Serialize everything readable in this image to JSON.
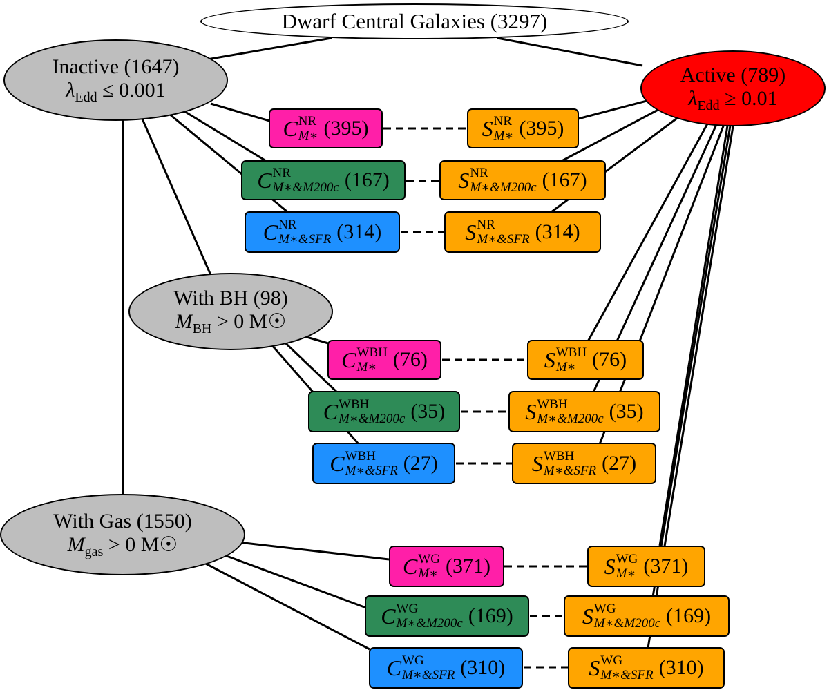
{
  "nodes": {
    "root": {
      "text": "Dwarf Central Galaxies (3297)"
    },
    "inactive": {
      "line1": "Inactive (1647)",
      "sym": "λ",
      "sub": "Edd",
      "rel": "≤ 0.001"
    },
    "active": {
      "line1": "Active (789)",
      "sym": "λ",
      "sub": "Edd",
      "rel": "≥ 0.01"
    },
    "withbh": {
      "line1": "With BH (98)",
      "sym": "M",
      "sub": "BH",
      "rel": "> 0 M☉"
    },
    "withgas": {
      "line1": "With Gas (1550)",
      "sym": "M",
      "sub": "gas",
      "rel": "> 0 M☉"
    }
  },
  "boxes": [
    {
      "id": "c-nr-ms",
      "letter": "C",
      "sup": "NR",
      "sub": "M∗",
      "count": "(395)"
    },
    {
      "id": "s-nr-ms",
      "letter": "S",
      "sup": "NR",
      "sub": "M∗",
      "count": "(395)"
    },
    {
      "id": "c-nr-msm",
      "letter": "C",
      "sup": "NR",
      "sub": "M∗&M200c",
      "count": "(167)"
    },
    {
      "id": "s-nr-msm",
      "letter": "S",
      "sup": "NR",
      "sub": "M∗&M200c",
      "count": "(167)"
    },
    {
      "id": "c-nr-sfr",
      "letter": "C",
      "sup": "NR",
      "sub": "M∗&SFR",
      "count": "(314)"
    },
    {
      "id": "s-nr-sfr",
      "letter": "S",
      "sup": "NR",
      "sub": "M∗&SFR",
      "count": "(314)"
    },
    {
      "id": "c-wbh-ms",
      "letter": "C",
      "sup": "WBH",
      "sub": "M∗",
      "count": "(76)"
    },
    {
      "id": "s-wbh-ms",
      "letter": "S",
      "sup": "WBH",
      "sub": "M∗",
      "count": "(76)"
    },
    {
      "id": "c-wbh-msm",
      "letter": "C",
      "sup": "WBH",
      "sub": "M∗&M200c",
      "count": "(35)"
    },
    {
      "id": "s-wbh-msm",
      "letter": "S",
      "sup": "WBH",
      "sub": "M∗&M200c",
      "count": "(35)"
    },
    {
      "id": "c-wbh-sfr",
      "letter": "C",
      "sup": "WBH",
      "sub": "M∗&SFR",
      "count": "(27)"
    },
    {
      "id": "s-wbh-sfr",
      "letter": "S",
      "sup": "WBH",
      "sub": "M∗&SFR",
      "count": "(27)"
    },
    {
      "id": "c-wg-ms",
      "letter": "C",
      "sup": "WG",
      "sub": "M∗",
      "count": "(371)"
    },
    {
      "id": "s-wg-ms",
      "letter": "S",
      "sup": "WG",
      "sub": "M∗",
      "count": "(371)"
    },
    {
      "id": "c-wg-msm",
      "letter": "C",
      "sup": "WG",
      "sub": "M∗&M200c",
      "count": "(169)"
    },
    {
      "id": "s-wg-msm",
      "letter": "S",
      "sup": "WG",
      "sub": "M∗&M200c",
      "count": "(169)"
    },
    {
      "id": "c-wg-sfr",
      "letter": "C",
      "sup": "WG",
      "sub": "M∗&SFR",
      "count": "(310)"
    },
    {
      "id": "s-wg-sfr",
      "letter": "S",
      "sup": "WG",
      "sub": "M∗&SFR",
      "count": "(310)"
    }
  ],
  "colors": {
    "inactive": "#bebebe",
    "active": "#ff0000",
    "control_ms": "#ff1fa8",
    "control_msm": "#2e8b57",
    "control_sfr": "#1e90ff",
    "sample": "#ffa500",
    "root": "#ffffff"
  }
}
